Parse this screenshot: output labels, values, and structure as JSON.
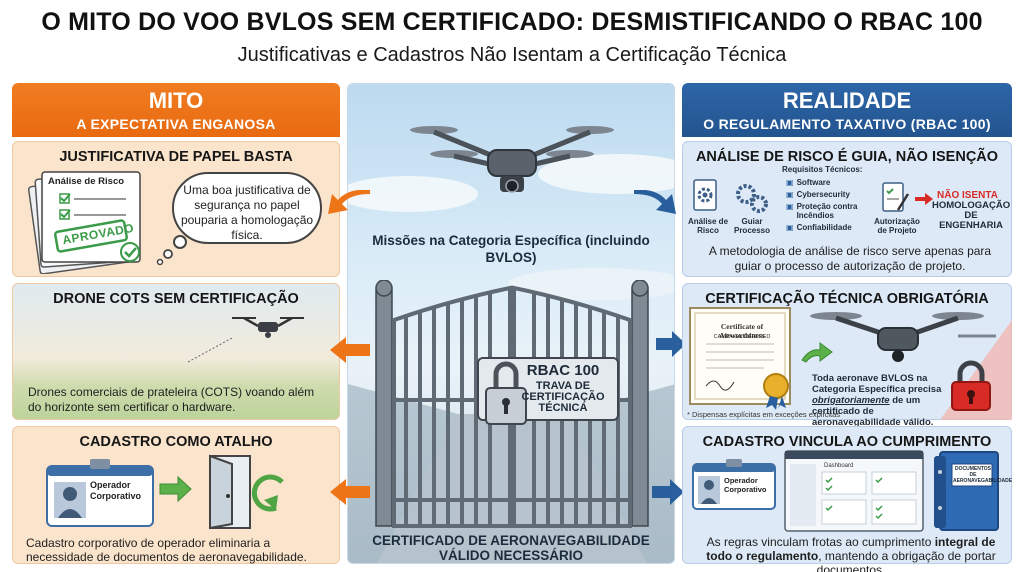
{
  "header": {
    "title": "O MITO DO VOO BVLOS SEM CERTIFICADO: DESMISTIFICANDO O RBAC 100",
    "subtitle": "Justificativas e Cadastros Não Isentam a Certificação Técnica"
  },
  "myth": {
    "heading": "MITO",
    "subheading": "A EXPECTATIVA ENGANOSA",
    "panels": [
      {
        "title": "JUSTIFICATIVA DE PAPEL BASTA",
        "doc_title": "Análise de Risco",
        "stamp": "APROVADO",
        "bubble": "Uma boa justificativa de segurança no papel pouparia a homologação física."
      },
      {
        "title": "DRONE COTS SEM CERTIFICAÇÃO",
        "caption": "Drones comerciais de prateleira (COTS) voando além do horizonte sem certificar o hardware."
      },
      {
        "title": "CADASTRO COMO ATALHO",
        "badge": "Operador Corporativo",
        "caption": "Cadastro corporativo de operador eliminaria a necessidade de documentos de aeronavegabilidade."
      }
    ]
  },
  "center": {
    "missions": "Missões na Categoria Específica (incluindo BVLOS)",
    "lock_title": "RBAC 100",
    "lock_sub": "TRAVA DE CERTIFICAÇÃO TÉCNICA",
    "certificate": "CERTIFICADO DE AERONAVEGABILIDADE VÁLIDO NECESSÁRIO"
  },
  "reality": {
    "heading": "REALIDADE",
    "subheading": "O REGULAMENTO TAXATIVO (RBAC 100)",
    "panels": [
      {
        "title": "ANÁLISE DE RISCO É GUIA, NÃO ISENÇÃO",
        "step1": "Análise de Risco",
        "step2": "Guiar Processo",
        "req_title": "Requisitos Técnicos:",
        "requirements": [
          "Software",
          "Cybersecurity",
          "Proteção contra Incêndios",
          "Confiabilidade"
        ],
        "step3": "Autorização de Projeto",
        "not_exempt": "NÃO ISENTA",
        "homologation": "HOMOLOGAÇÃO DE ENGENHARIA",
        "caption": "A metodologia de análise de risco serve apenas para guiar o processo de autorização de projeto."
      },
      {
        "title": "CERTIFICAÇÃO TÉCNICA OBRIGATÓRIA",
        "cert_title": "Certificate of Airworthiness",
        "cert_sub": "CAMPAIGN OFFERED",
        "footnote": "* Dispensas explícitas em exceções explícitas",
        "caption_a": "Toda aeronave BVLOS na Categoria Específica precisa ",
        "caption_b": "obrigatoriamente",
        "caption_c": " de um certificado de aeronavegabilidade válido."
      },
      {
        "title": "CADASTRO VINCULA AO CUMPRIMENTO",
        "badge": "Operador Corporativo",
        "dashboard": "Dashboard",
        "binder": "DOCUMENTOS DE AERONAVEGABILIDADE",
        "caption_a": "As regras vinculam frotas ao cumprimento ",
        "caption_b": "integral de todo o regulamento",
        "caption_c": ", mantendo a obrigação de portar documentos."
      }
    ]
  },
  "colors": {
    "myth": "#ee7418",
    "reality": "#2a5f9e",
    "warning": "#d92b25",
    "approve": "#3b9b49"
  }
}
